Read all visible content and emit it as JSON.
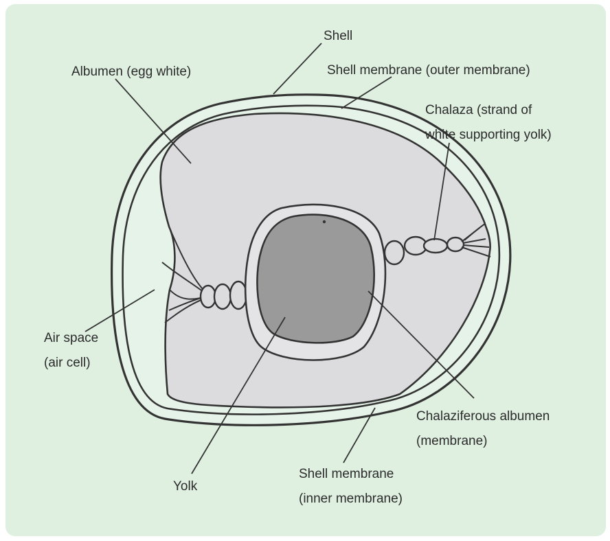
{
  "colors": {
    "background": "#dff0e1",
    "frame": "#ffffff",
    "albumen": "#dcdcde",
    "yolk": "#9a9a9a",
    "outline": "#333333"
  },
  "labels": {
    "shell": "Shell",
    "albumen": "Albumen (egg white)",
    "outer_membrane": "Shell membrane (outer membrane)",
    "chalaza_1": "Chalaza (strand of",
    "chalaza_2": "white supporting yolk)",
    "air_space_1": "Air space",
    "air_space_2": "(air cell)",
    "chalaziferous_1": "Chalaziferous albumen",
    "chalaziferous_2": "(membrane)",
    "inner_membrane_1": "Shell membrane",
    "inner_membrane_2": "(inner membrane)",
    "yolk": "Yolk"
  }
}
